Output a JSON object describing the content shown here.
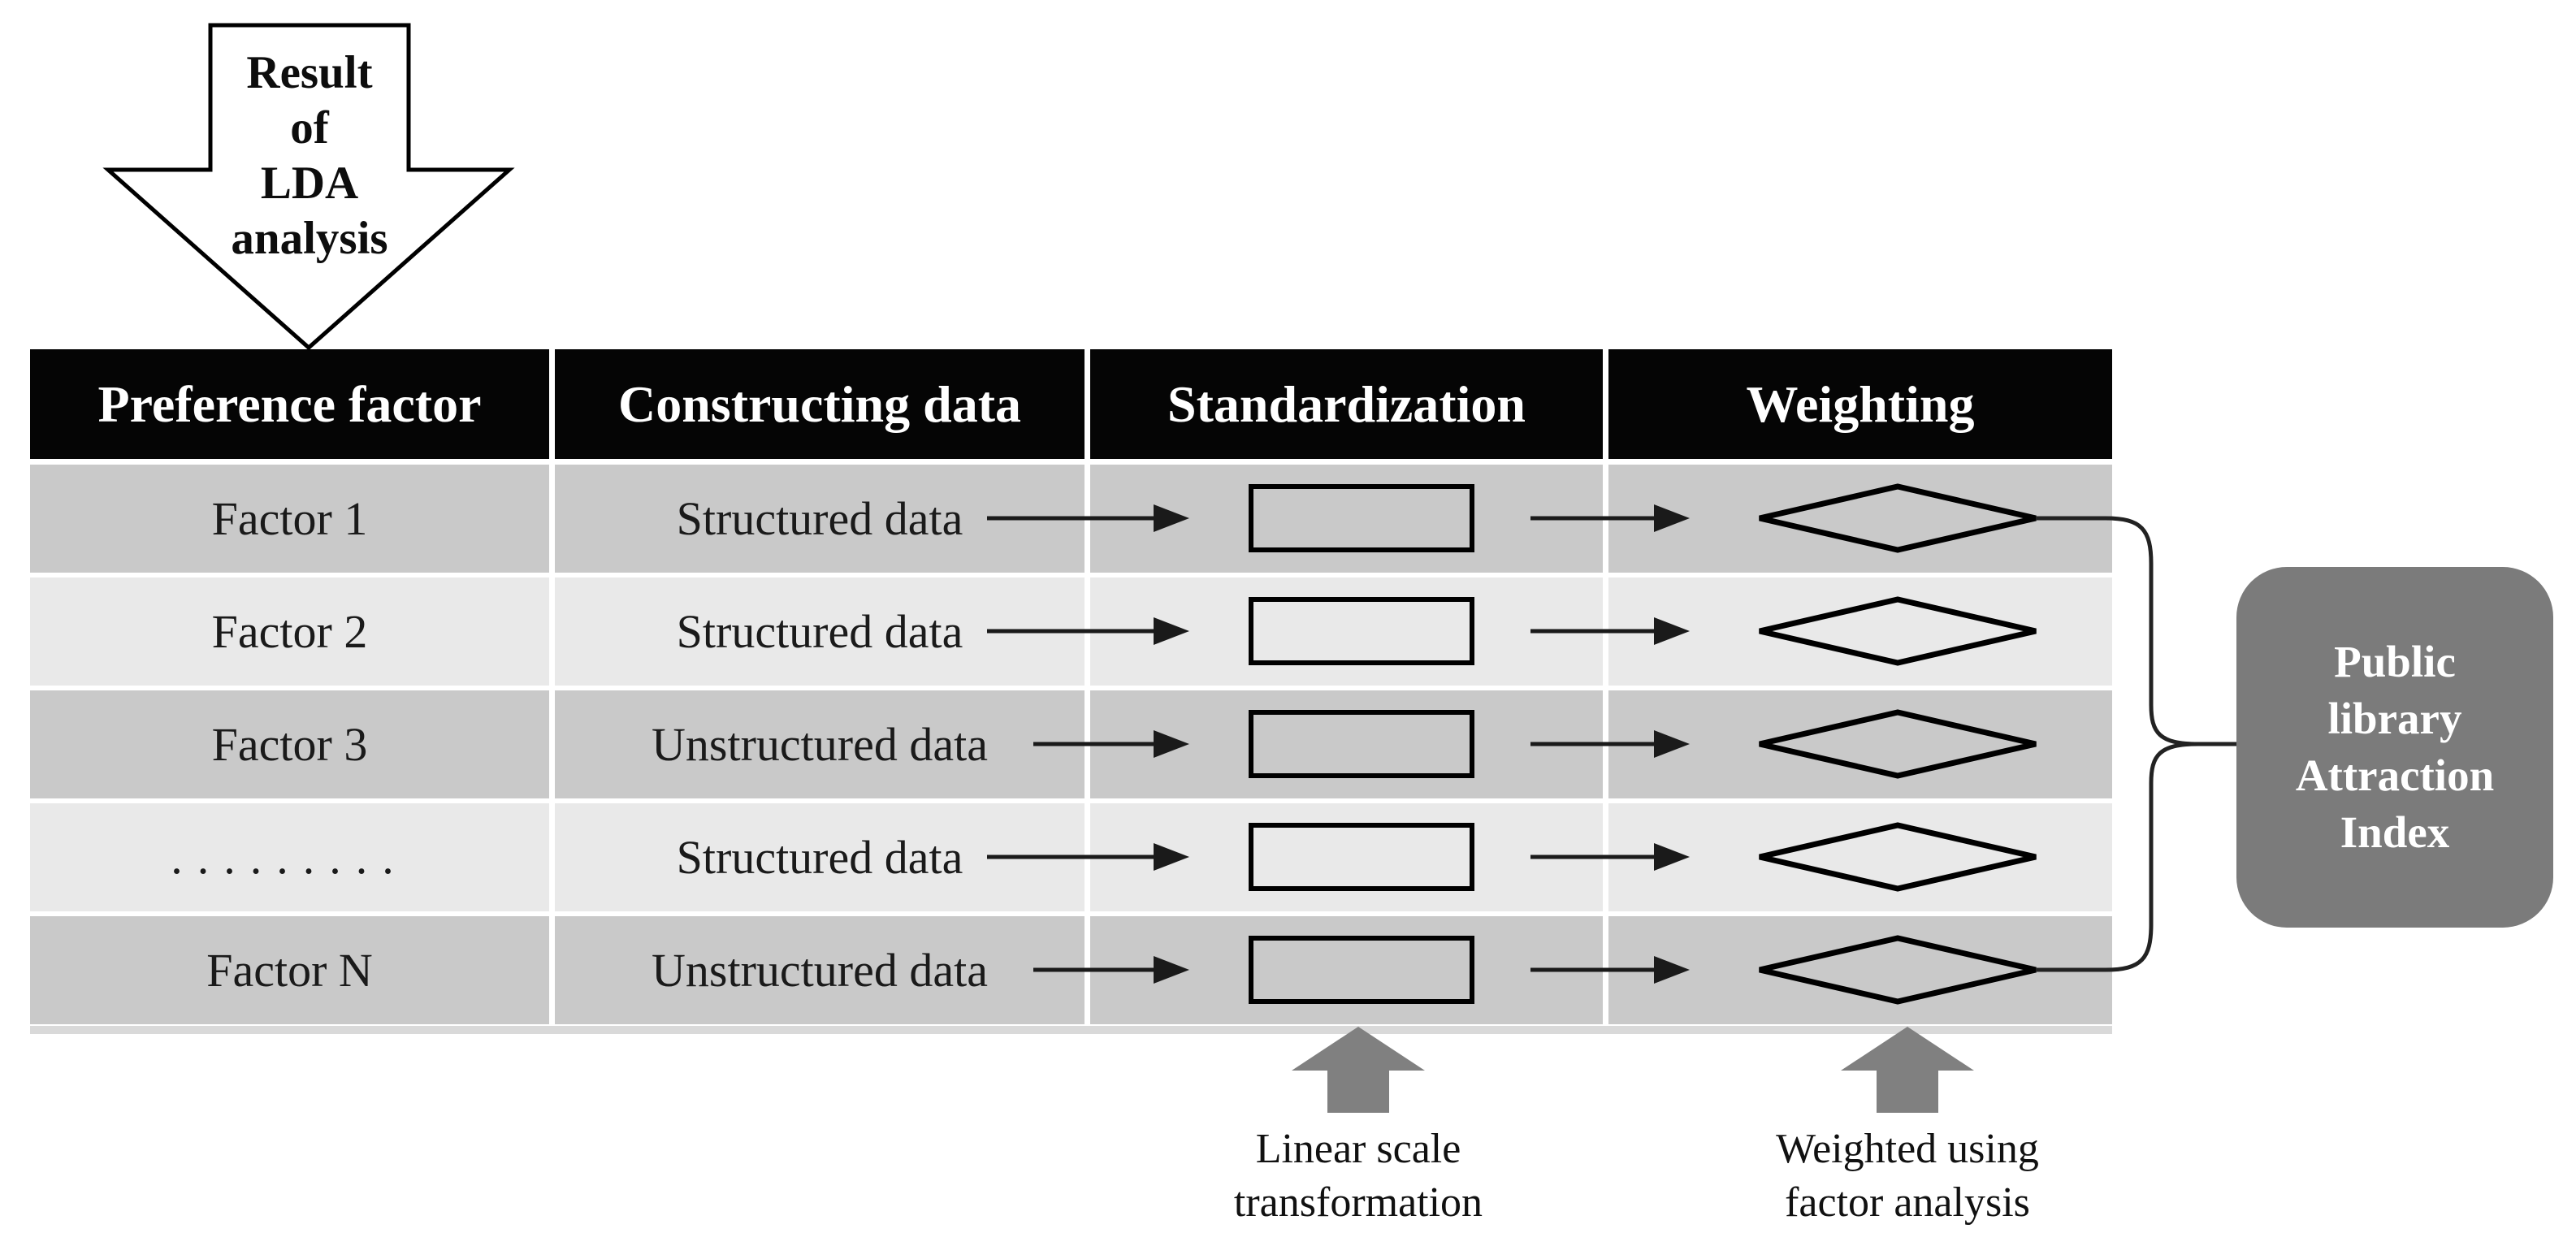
{
  "figure": {
    "input_arrow_label": "Result\nof\nLDA\nanalysis",
    "table": {
      "headers": [
        "Preference factor",
        "Constructing data",
        "Standardization",
        "Weighting"
      ],
      "rows": [
        {
          "factor": "Factor 1",
          "data": "Structured data"
        },
        {
          "factor": "Factor 2",
          "data": "Structured data"
        },
        {
          "factor": "Factor 3",
          "data": "Unstructured data"
        },
        {
          "factor": ".........",
          "data": "Structured data"
        },
        {
          "factor": "Factor N",
          "data": "Unstructured data"
        }
      ]
    },
    "annotations": {
      "standardization": "Linear scale\ntransformation",
      "weighting": "Weighted using\nfactor analysis"
    },
    "output_box_label": "Public\nlibrary\nAttraction\nIndex",
    "icons": {
      "input_arrow": "block-arrow-down-icon",
      "row_flow": "arrow-right-icon",
      "standardization_shape": "rectangle-shape",
      "weighting_shape": "diamond-shape",
      "grouping": "curly-brace-right-icon",
      "annotation_pointers": "block-arrow-up-icon"
    },
    "colors": {
      "header_bg": "#050505",
      "header_text": "#ffffff",
      "row_dark": "#c9c9c9",
      "row_light": "#e9e9e9",
      "bottom_strip": "#d9d9d9",
      "output_box_bg": "#7b7b7b",
      "annotation_arrow": "#808080",
      "line": "#1a1a1a"
    }
  }
}
